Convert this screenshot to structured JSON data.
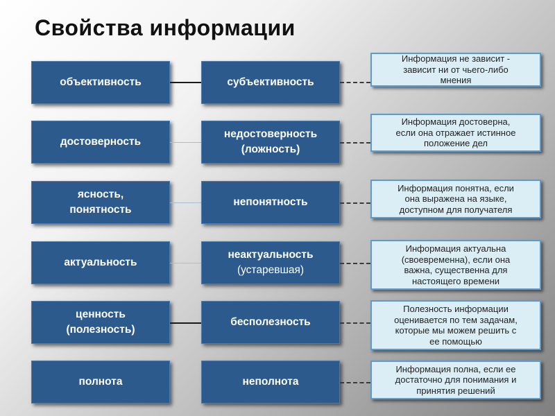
{
  "title": "Свойства информации",
  "rows": [
    {
      "left": "объективность",
      "right": "субъективность",
      "right_sub": "",
      "note": "Информация не зависит -\nзависит ни от чьего-либо\nмнения",
      "connector": "dark"
    },
    {
      "left": "достоверность",
      "right": "недостоверность\n(ложность)",
      "right_sub": "",
      "note": "Информация достоверна,\nесли она отражает истинное\nположение дел",
      "connector": "light"
    },
    {
      "left": "ясность,\nпонятность",
      "right": "непонятность",
      "right_sub": "",
      "note": "Информация понятна, если\nона выражена на языке,\nдоступном для получателя",
      "connector": "light"
    },
    {
      "left": "актуальность",
      "right": "неактуальность",
      "right_sub": "(устаревшая)",
      "note": "Информация актуальна\n(своевременна), если она\nважна, существенна для\nнастоящего времени",
      "connector": "light"
    },
    {
      "left": "ценность\n(полезность)",
      "right": "бесполезность",
      "right_sub": "",
      "note": "Полезность информации\nоценивается по тем задачам,\nкоторые мы можем решить с\nее помощью",
      "connector": "dark"
    },
    {
      "left": "полнота",
      "right": "неполнота",
      "right_sub": "",
      "note": "Информация полна, если ее\nдостаточно для понимания и\nпринятия решений",
      "connector": "none"
    }
  ]
}
